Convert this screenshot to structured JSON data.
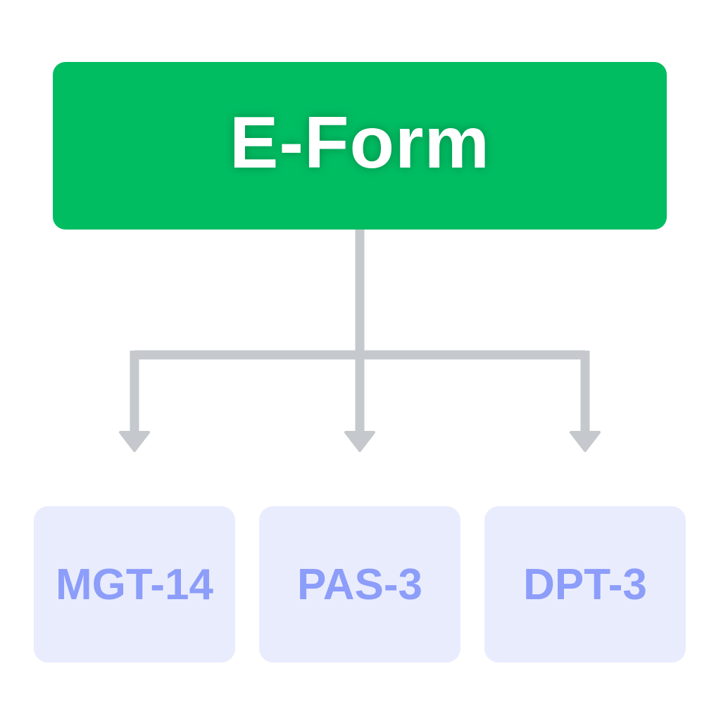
{
  "root": {
    "label": "E-Form",
    "color": "#00bd62",
    "text_color": "#ffffff"
  },
  "children": [
    {
      "label": "MGT-14"
    },
    {
      "label": "PAS-3"
    },
    {
      "label": "DPT-3"
    }
  ],
  "colors": {
    "connector": "#c5c8cc",
    "child_fill": "#e9ecfd",
    "child_text": "#8c9dfa"
  }
}
